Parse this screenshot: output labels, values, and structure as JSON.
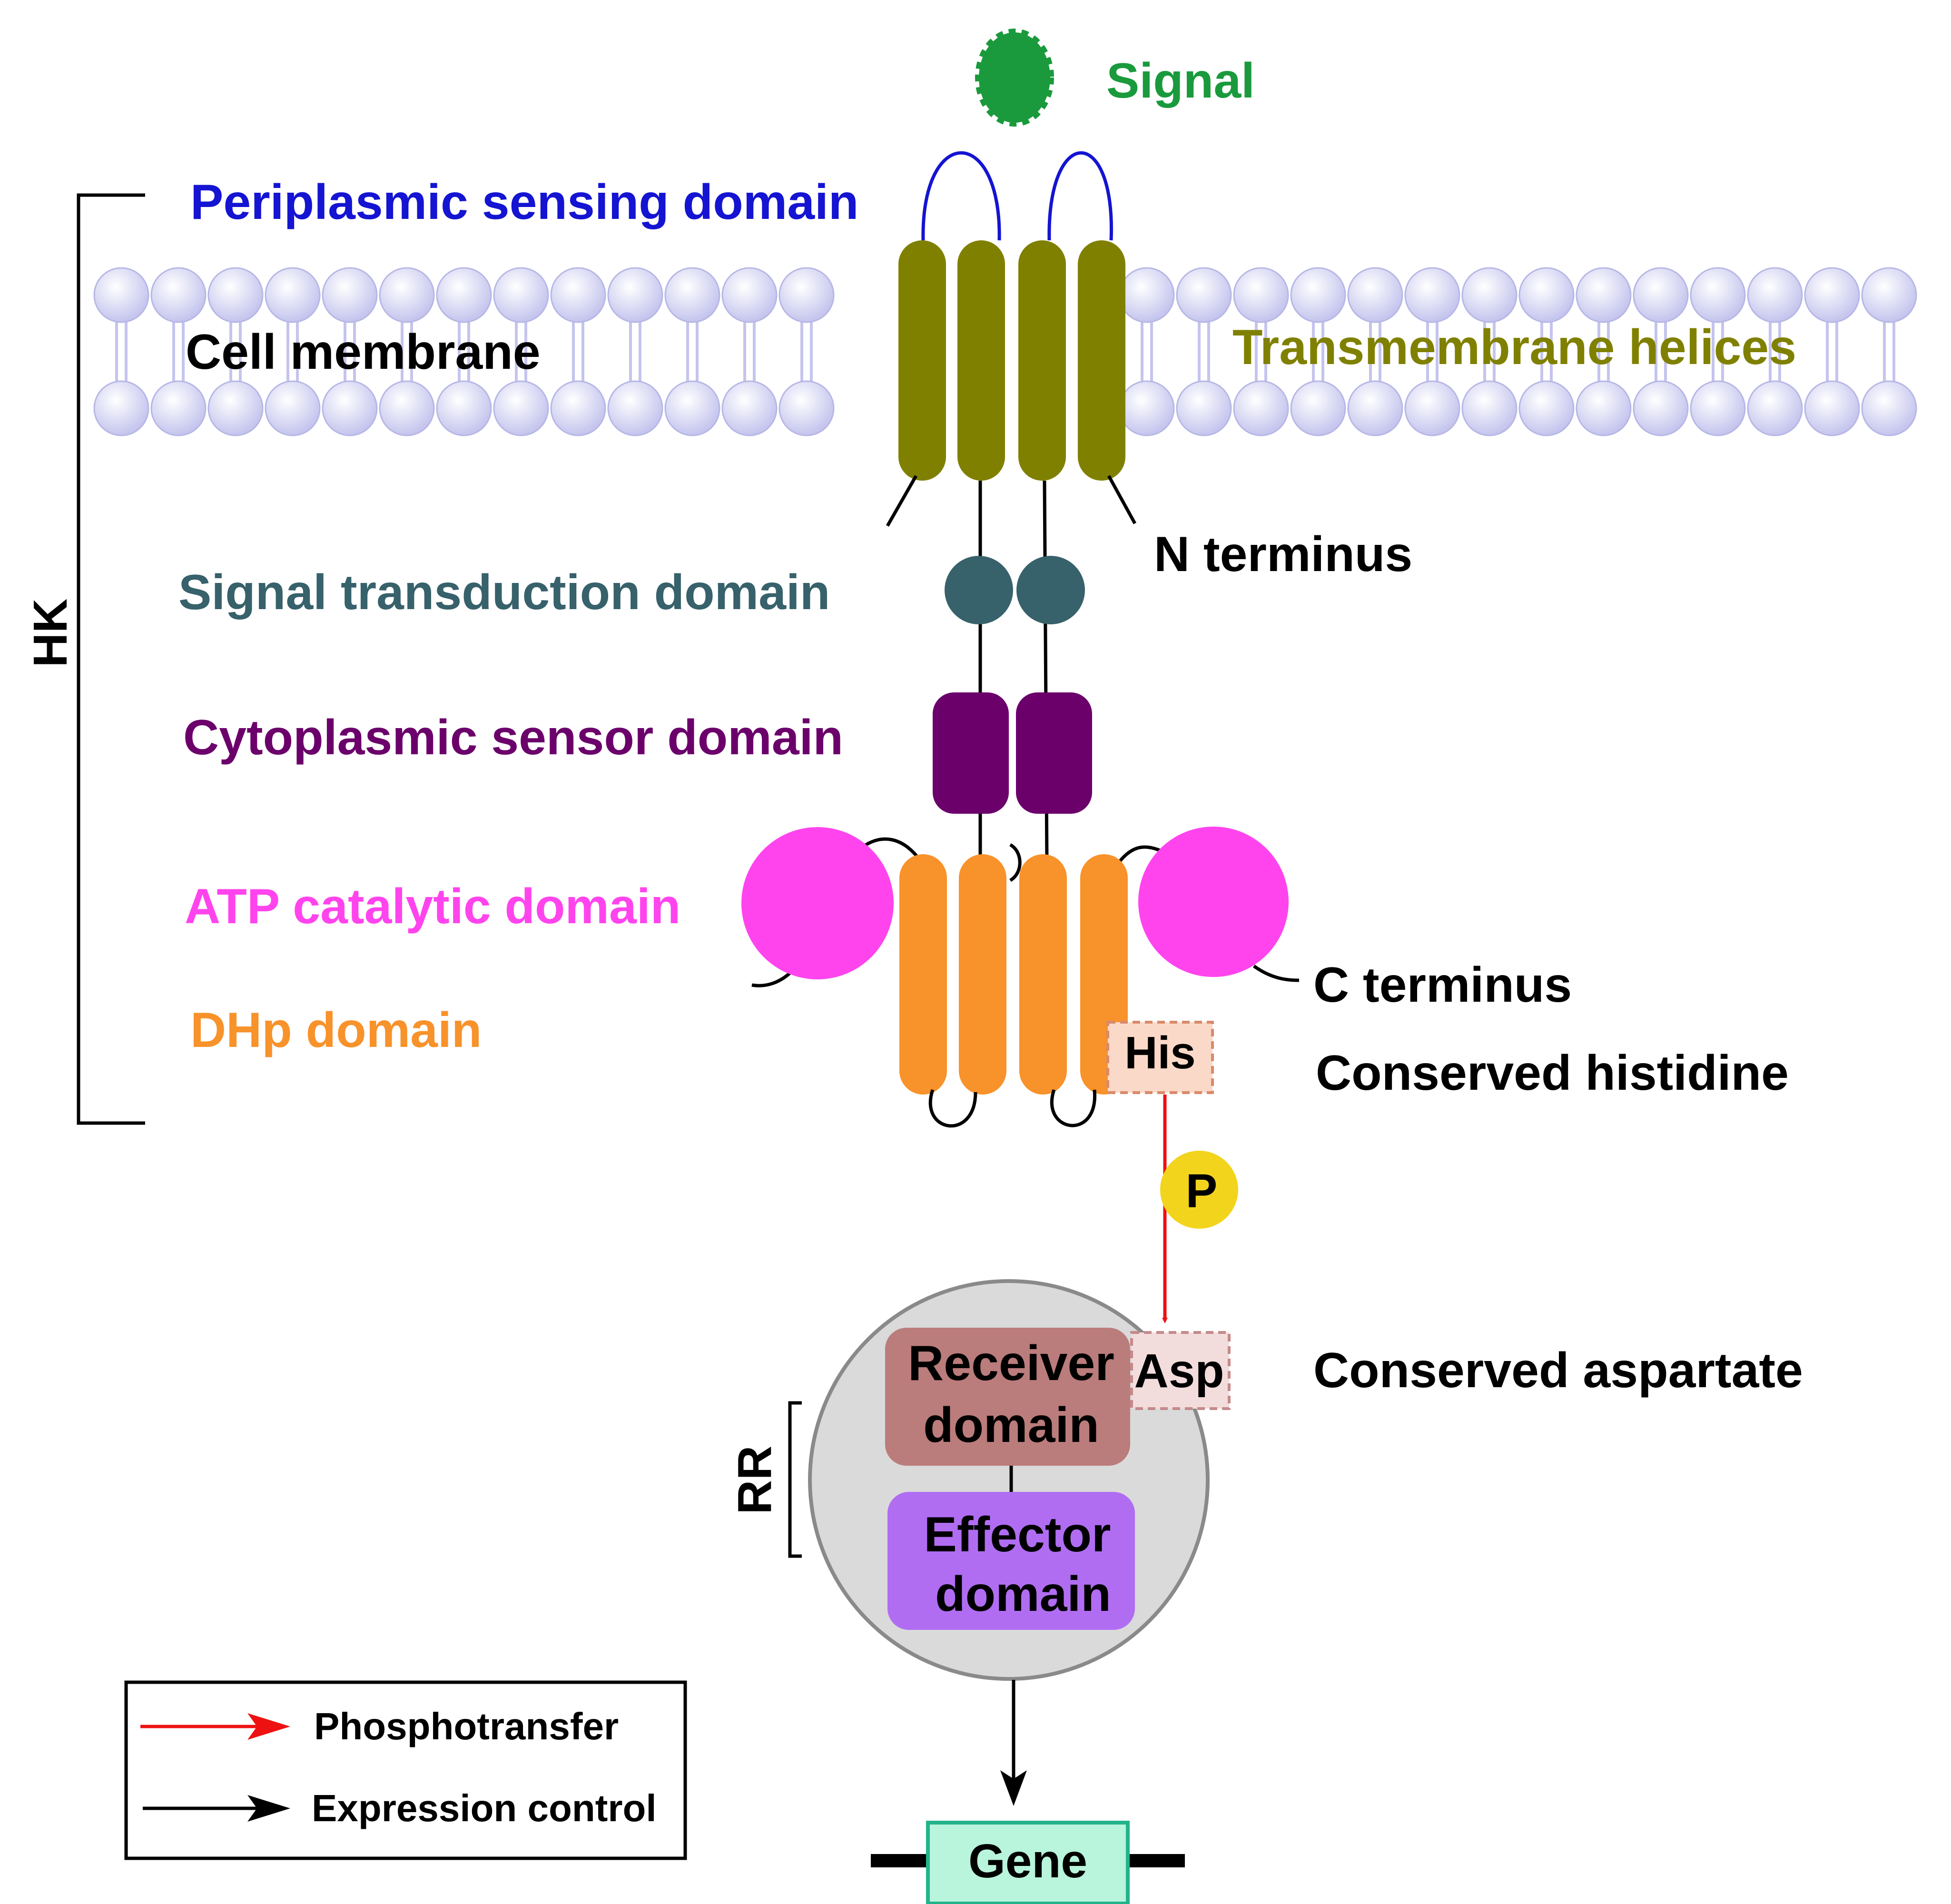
{
  "labels": {
    "signal": "Signal",
    "periplasmic": "Periplasmic sensing domain",
    "cell_membrane": "Cell membrane",
    "transmembrane": "Transmembrane helices",
    "n_terminus": "N terminus",
    "signal_transduction": "Signal transduction domain",
    "cytoplasmic_sensor": "Cytoplasmic sensor domain",
    "atp_catalytic": "ATP catalytic domain",
    "c_terminus": "C terminus",
    "dhp": "DHp domain",
    "his": "His",
    "conserved_histidine": "Conserved histidine",
    "p": "P",
    "receiver_line1": "Receiver",
    "receiver_line2": "domain",
    "asp": "Asp",
    "conserved_aspartate": "Conserved aspartate",
    "effector_line1": "Effector",
    "effector_line2": "domain",
    "hk": "HK",
    "rr": "RR",
    "gene": "Gene"
  },
  "legend": {
    "phosphotransfer": "Phosphotransfer",
    "expression_control": "Expression control"
  },
  "colors": {
    "signal": "#1a9a3c",
    "periplasmic": "#1414d2",
    "membrane_bead": "#d8d8f4",
    "transmembrane": "#808000",
    "signal_transduction": "#37616b",
    "cytoplasmic_sensor": "#6b006b",
    "atp_catalytic": "#ff44ee",
    "dhp": "#f8922a",
    "his_box": "#fbd9c8",
    "phospho": "#f2d41d",
    "receiver": "#bb7c7c",
    "asp_box": "#f3dcdc",
    "effector": "#b06df2",
    "rr_circle": "#dadada",
    "gene_box": "#b9f4dc",
    "gene_border": "#23b38a",
    "arrow_red": "#ee1111",
    "arrow_black": "#000000"
  }
}
